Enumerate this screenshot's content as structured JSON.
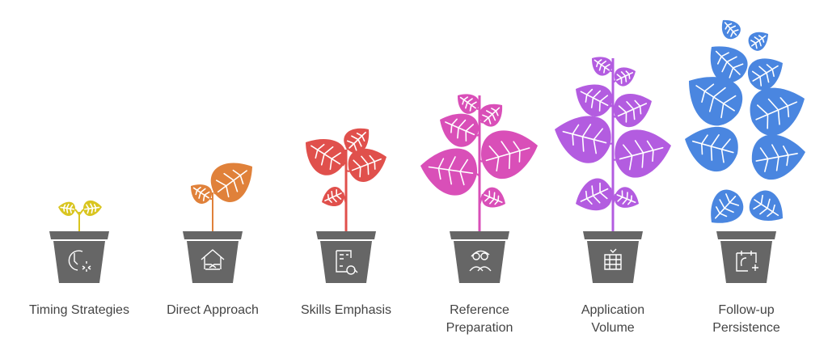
{
  "pot_color": "#666666",
  "stages": [
    {
      "label": "Timing Strategies",
      "color": "#d9c51f",
      "icon": "clock-gear-icon"
    },
    {
      "label": "Direct Approach",
      "color": "#e0813a",
      "icon": "house-handshake-icon"
    },
    {
      "label": "Skills Emphasis",
      "color": "#e0504c",
      "icon": "resume-search-icon"
    },
    {
      "label": "Reference Preparation",
      "color": "#d94fb8",
      "icon": "people-network-icon"
    },
    {
      "label": "Application Volume",
      "color": "#b35ce0",
      "icon": "document-stack-icon"
    },
    {
      "label": "Follow-up Persistence",
      "color": "#4a86e0",
      "icon": "calendar-phone-icon"
    }
  ]
}
